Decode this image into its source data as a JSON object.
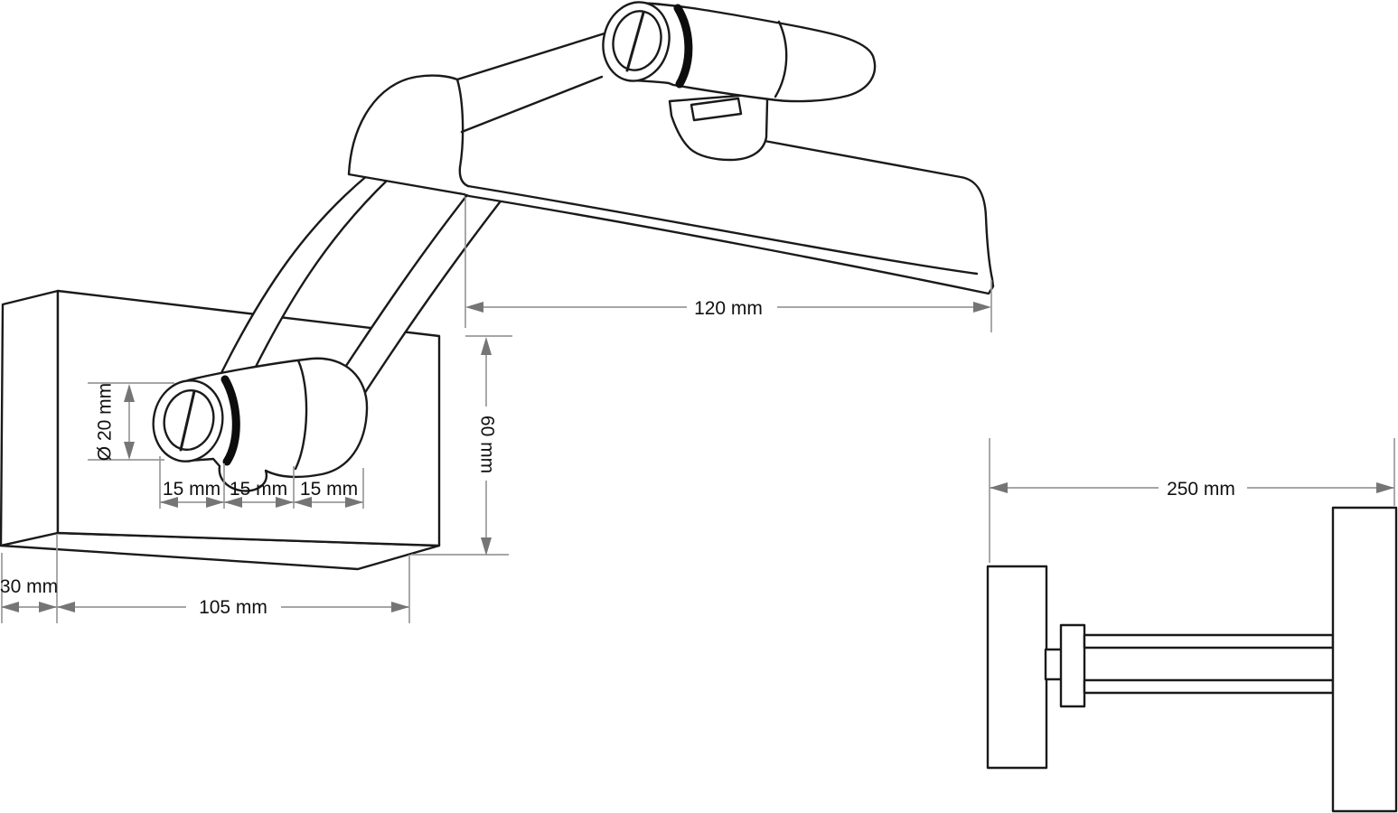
{
  "diagram": {
    "kind": "technical-dimension-drawing",
    "subject": "wall-mounted picture light",
    "colors": {
      "background": "#ffffff",
      "outline": "#1a1a1a",
      "dimension_line": "#9a9a9a",
      "dimension_arrow": "#757575",
      "label_text": "#111111"
    },
    "perspective_view": {
      "dimensions": {
        "shade_length": {
          "label": "120 mm"
        },
        "wall_box_height": {
          "label": "60 mm"
        },
        "mount_diameter": {
          "label": "Ø 20 mm"
        },
        "mount_segment_1": {
          "label": "15 mm"
        },
        "mount_segment_2": {
          "label": "15 mm"
        },
        "mount_segment_3": {
          "label": "15 mm"
        },
        "wall_box_width": {
          "label": "105 mm"
        },
        "wall_box_depth": {
          "label": "30 mm"
        }
      }
    },
    "top_view": {
      "dimensions": {
        "total_projection": {
          "label": "250 mm"
        }
      }
    }
  }
}
